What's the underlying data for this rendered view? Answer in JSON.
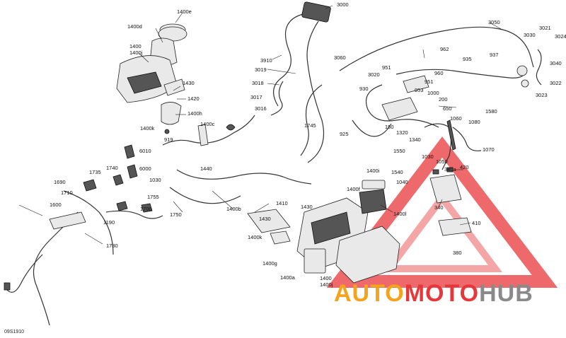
{
  "diagram_ref": "09S1910",
  "watermark": {
    "part1": "AUTO",
    "part2": "MOTO",
    "part3": "HUB",
    "color1": "#f5a21c",
    "color2": "#e8373a",
    "color3": "#8a8a8a"
  },
  "labels": [
    "1400e",
    "1400d",
    "1400",
    "1400j",
    "1430",
    "1420",
    "1400h",
    "1400k",
    "919",
    "3000",
    "3910",
    "3019",
    "3018",
    "3017",
    "3016",
    "3060",
    "1745",
    "925",
    "3050",
    "3030",
    "3021",
    "3024",
    "3040",
    "3022",
    "3023",
    "937",
    "935",
    "962",
    "951",
    "960",
    "3020",
    "951",
    "953",
    "1000",
    "930",
    "200",
    "650",
    "150",
    "1320",
    "1340",
    "1580",
    "1060",
    "1080",
    "1070",
    "420",
    "1030",
    "1050",
    "1550",
    "1040",
    "1540",
    "340a",
    "340",
    "410",
    "380",
    "1400c",
    "1440",
    "1400b",
    "1750",
    "1755",
    "1030",
    "6010",
    "6000",
    "1740",
    "1735",
    "1690",
    "1710",
    "1600",
    "1700",
    "1190",
    "1730",
    "1410",
    "1430",
    "1430",
    "1400k",
    "1400g",
    "1400a",
    "1400",
    "1400j",
    "1400f",
    "1400i",
    "1400l"
  ]
}
